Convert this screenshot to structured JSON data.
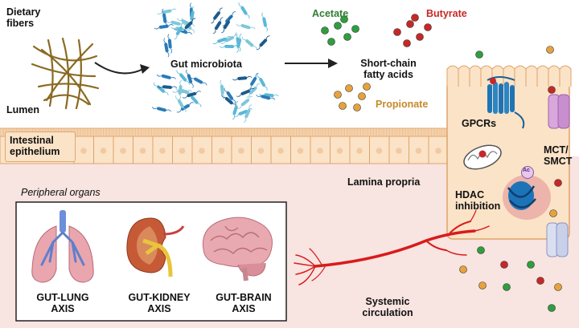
{
  "lumen": {
    "dietary_fibers": "Dietary\nfibers",
    "gut_microbiota": "Gut microbiota",
    "short_chain": "Short-chain\nfatty acids",
    "acetate": "Acetate",
    "butyrate": "Butyrate",
    "propionate": "Propionate",
    "lumen_label": "Lumen"
  },
  "epithelium": {
    "label": "Intestinal\nepithelium"
  },
  "cell": {
    "gpcrs": "GPCRs",
    "mct": "MCT/\nSMCT",
    "hdac": "HDAC\ninhibition",
    "ac": "Ac"
  },
  "lamina": {
    "label": "Lamina propria",
    "systemic": "Systemic\ncirculation"
  },
  "organs": {
    "title": "Peripheral organs",
    "lung": "GUT-LUNG\nAXIS",
    "kidney": "GUT-KIDNEY\nAXIS",
    "brain": "GUT-BRAIN\nAXIS"
  },
  "colors": {
    "acetate": "#2e9e3f",
    "butyrate": "#c62828",
    "propionate": "#e6a23c",
    "lamina_bg": "#f8e4e1",
    "cell_fill": "#fbe3c7",
    "cell_stroke": "#e0a36a",
    "vessel": "#d81b1b"
  }
}
